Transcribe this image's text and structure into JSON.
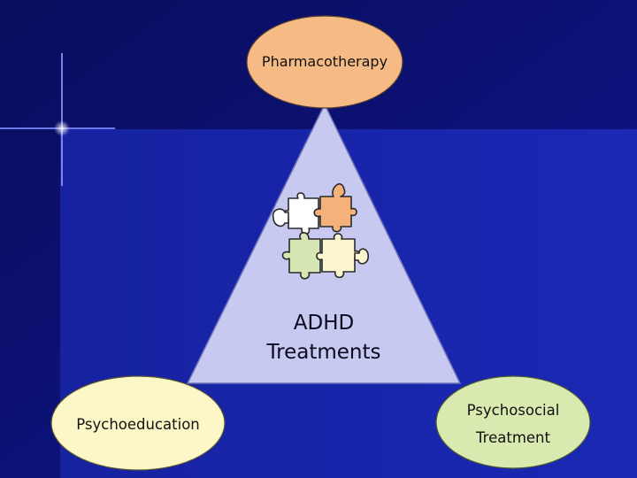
{
  "diagram": {
    "top_node": "Pharmacotherapy",
    "center_label": "ADHD\nTreatments",
    "bottom_left_node": "Psychoeducation",
    "bottom_right_node": "Psychosocial\nTreatment"
  },
  "colors": {
    "background": "#0a0f6e",
    "panel": "#1520a8",
    "triangle_fill": "#c7c9f0",
    "top_node_fill": "#f6bb84",
    "bottom_left_node_fill": "#fbf7c6",
    "bottom_right_node_fill": "#d8eab0",
    "puzzle_orange": "#f4b27a",
    "puzzle_green": "#d6e6b4",
    "puzzle_cream": "#fbf6cf",
    "puzzle_white": "#ffffff"
  }
}
